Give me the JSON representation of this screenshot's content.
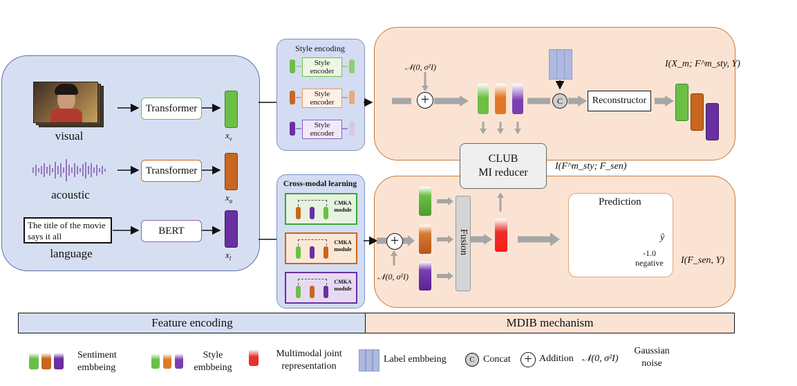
{
  "feature_encoding": {
    "visual_label": "visual",
    "acoustic_label": "acoustic",
    "language_label": "language",
    "language_text": "The title of the movie says it all",
    "transformer_visual": "Transformer",
    "transformer_acoustic": "Transformer",
    "bert": "BERT",
    "xv": "x",
    "xv_sub": "v",
    "xa": "x",
    "xa_sub": "a",
    "xl": "x",
    "xl_sub": "l"
  },
  "style_encoding": {
    "title": "Style encoding",
    "encoder_label": [
      "Style encoder",
      "Style encoder",
      "Style encoder"
    ]
  },
  "cross_modal": {
    "title": "Cross-modal learning",
    "module_label": [
      "CMKA module",
      "CMKA module",
      "CMKA module"
    ]
  },
  "mdib": {
    "noise_top": "𝒩(0, σ²I)",
    "noise_bottom": "𝒩(0, σ²I)",
    "concat_symbol": "C",
    "reconstructor": "Reconstructor",
    "mi_top": "I(X_m; F^m_sty, Y)",
    "club_line1": "CLUB",
    "club_line2": "MI reducer",
    "mi_club": "I(F^m_sty; F_sen)",
    "fusion": "Fusion",
    "prediction": "Prediction",
    "y_hat": "ŷ",
    "pred_value": "-1.0",
    "pred_label": "negative",
    "mi_bottom": "I(F_sen, Y)"
  },
  "bands": {
    "left": "Feature encoding",
    "right": "MDIB mechanism"
  },
  "legend": {
    "sentiment": "Sentiment embbeing",
    "style": "Style embbeing",
    "joint": "Multimodal joint representation",
    "label": "Label embbeing",
    "concat": "Concat",
    "addition": "Addition",
    "gaussian_symbol": "𝒩(0, σ²I)",
    "gaussian": "Gaussian noise"
  },
  "colors": {
    "green": "#6bbf45",
    "orange": "#c9661f",
    "purple": "#6a2fa0",
    "red": "#e8302a",
    "label_blue": "#aeb9df",
    "panel_blue": "#d6dff2",
    "panel_orange": "#fbe3d3",
    "arrow_gray": "#a6a6a6"
  }
}
